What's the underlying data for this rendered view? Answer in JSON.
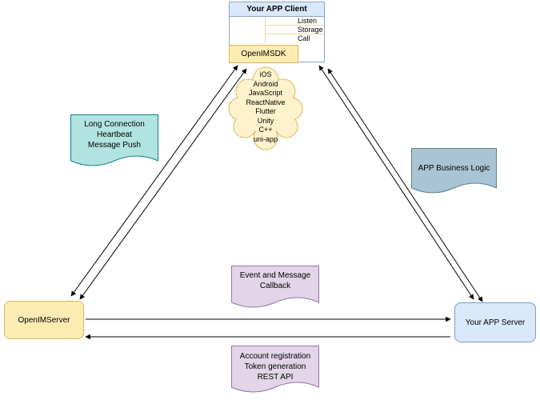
{
  "palette": {
    "yellow_fill": "#ffecb3",
    "yellow_border": "#d6b656",
    "blue_fill": "#dae8fc",
    "blue_border": "#7e9cc0",
    "teal_fill": "#b1e3e0",
    "teal_border": "#0e8088",
    "slate_fill": "#a9c4d4",
    "slate_border": "#63808d",
    "purple_fill": "#e1d5e7",
    "purple_border": "#9673a6",
    "arrow_color": "#000000"
  },
  "client": {
    "title": "Your APP Client",
    "interfaces": [
      "Listen",
      "Storage",
      "Call"
    ],
    "sdk_label": "OpenIMSDK"
  },
  "cloud": {
    "platforms": [
      "iOS",
      "Android",
      "JavaScript",
      "ReactNative",
      "Flutter",
      "Unity",
      "C++",
      "uni-app"
    ]
  },
  "notes": {
    "long_connection": "Long Connection\nHeartbeat\nMessage Push",
    "business_logic": "APP Business Logic",
    "event_callback": "Event and Message\nCallback",
    "account_registration": "Account registration\nToken generation\nREST API"
  },
  "nodes": {
    "openim_server": "OpenIMServer",
    "app_server": "Your APP Server"
  }
}
